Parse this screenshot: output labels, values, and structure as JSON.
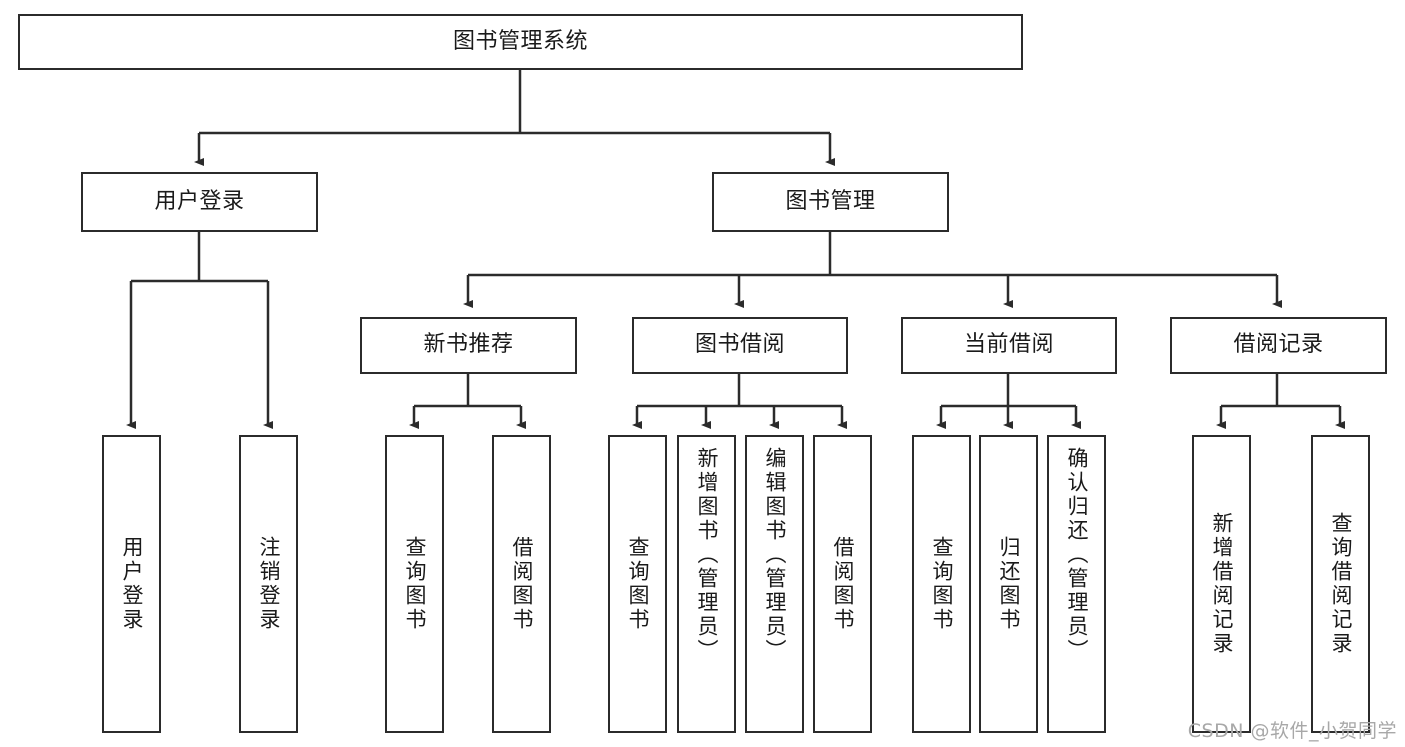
{
  "diagram": {
    "title": "图书管理系统",
    "type": "hierarchy-tree",
    "root": {
      "id": "root",
      "label": "图书管理系统"
    },
    "level1": [
      {
        "id": "user-login",
        "label": "用户登录"
      },
      {
        "id": "book-manage",
        "label": "图书管理"
      }
    ],
    "level2": [
      {
        "id": "new-book-rec",
        "label": "新书推荐",
        "parent": "book-manage"
      },
      {
        "id": "book-borrow",
        "label": "图书借阅",
        "parent": "book-manage"
      },
      {
        "id": "current-borrow",
        "label": "当前借阅",
        "parent": "book-manage"
      },
      {
        "id": "borrow-record",
        "label": "借阅记录",
        "parent": "book-manage"
      }
    ],
    "leaves": [
      {
        "id": "leaf-user-login",
        "label": "用户登录",
        "parent": "user-login"
      },
      {
        "id": "leaf-logout",
        "label": "注销登录",
        "parent": "user-login"
      },
      {
        "id": "leaf-query-book-1",
        "label": "查询图书",
        "parent": "new-book-rec"
      },
      {
        "id": "leaf-borrow-book-1",
        "label": "借阅图书",
        "parent": "new-book-rec"
      },
      {
        "id": "leaf-query-book-2",
        "label": "查询图书",
        "parent": "book-borrow"
      },
      {
        "id": "leaf-add-book",
        "label": "新增图书（管理员）",
        "parent": "book-borrow"
      },
      {
        "id": "leaf-edit-book",
        "label": "编辑图书（管理员）",
        "parent": "book-borrow"
      },
      {
        "id": "leaf-borrow-book-2",
        "label": "借阅图书",
        "parent": "book-borrow"
      },
      {
        "id": "leaf-query-book-3",
        "label": "查询图书",
        "parent": "current-borrow"
      },
      {
        "id": "leaf-return-book",
        "label": "归还图书",
        "parent": "current-borrow"
      },
      {
        "id": "leaf-confirm-return",
        "label": "确认归还（管理员）",
        "parent": "current-borrow"
      },
      {
        "id": "leaf-add-record",
        "label": "新增借阅记录",
        "parent": "borrow-record"
      },
      {
        "id": "leaf-query-record",
        "label": "查询借阅记录",
        "parent": "borrow-record"
      }
    ]
  },
  "watermark": {
    "text": "CSDN @软件_小贺同学"
  },
  "colors": {
    "border": "#2b2b2b",
    "background": "#ffffff",
    "text": "#1a1a1a",
    "watermark": "#a8a8a8"
  }
}
